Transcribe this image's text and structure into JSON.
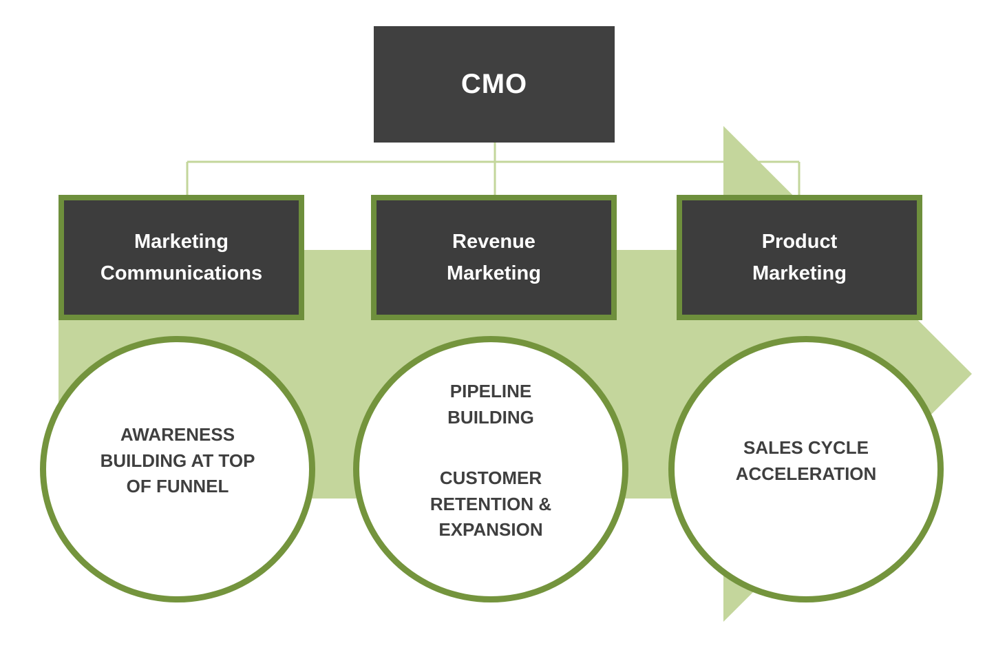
{
  "colors": {
    "box_fill": "#3d3d3d",
    "cmo_fill": "#404040",
    "box_border": "#6e8f3c",
    "circle_border": "#74943d",
    "arrow_fill": "#c4d69c",
    "connector": "#c3d69b",
    "circle_text": "#3f3f3f",
    "box_text": "#ffffff",
    "canvas_bg": "#ffffff"
  },
  "org_chart": {
    "root": {
      "label": "CMO"
    },
    "departments": [
      {
        "label": "Marketing\nCommunications",
        "responsibilities": [
          "AWARENESS\nBUILDING AT TOP\nOF FUNNEL"
        ]
      },
      {
        "label": "Revenue\nMarketing",
        "responsibilities": [
          "PIPELINE\nBUILDING",
          "CUSTOMER\nRETENTION &\nEXPANSION"
        ]
      },
      {
        "label": "Product\nMarketing",
        "responsibilities": [
          "SALES CYCLE\nACCELERATION"
        ]
      }
    ]
  }
}
